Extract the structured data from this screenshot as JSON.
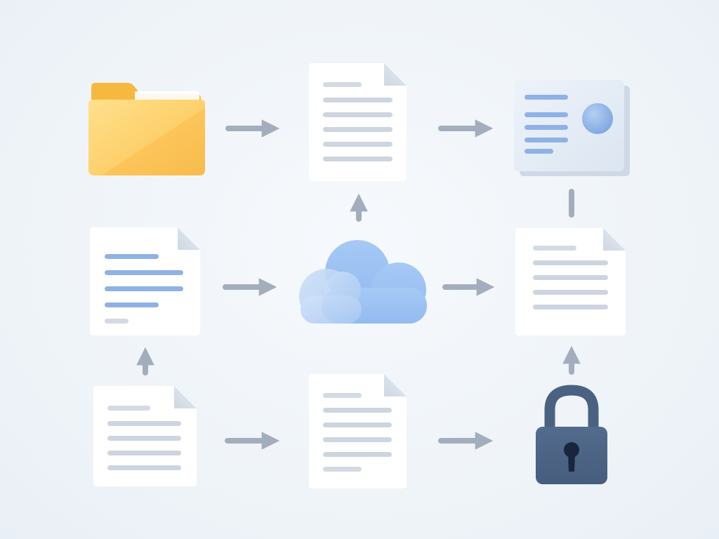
{
  "diagram": {
    "nodes": [
      {
        "id": "folder",
        "icon": "folder-icon",
        "color": "#fbc95a"
      },
      {
        "id": "document-top",
        "icon": "document-icon",
        "color": "#ffffff"
      },
      {
        "id": "id-card",
        "icon": "id-card-icon",
        "color": "#e1e9f4"
      },
      {
        "id": "document-blue-lines",
        "icon": "document-icon",
        "color": "#8fb2e6"
      },
      {
        "id": "cloud",
        "icon": "cloud-icon",
        "color": "#99c0f3"
      },
      {
        "id": "document-right",
        "icon": "document-icon",
        "color": "#ffffff"
      },
      {
        "id": "document-bottom-left",
        "icon": "document-icon",
        "color": "#ffffff"
      },
      {
        "id": "document-bottom-middle",
        "icon": "document-icon",
        "color": "#ffffff"
      },
      {
        "id": "lock",
        "icon": "lock-icon",
        "color": "#4a6282"
      }
    ],
    "edges": [
      {
        "from": "folder",
        "to": "document-top"
      },
      {
        "from": "document-top",
        "to": "id-card"
      },
      {
        "from": "cloud",
        "to": "document-top"
      },
      {
        "from": "document-blue-lines",
        "to": "cloud"
      },
      {
        "from": "cloud",
        "to": "document-right"
      },
      {
        "from": "document-right",
        "to": "id-card"
      },
      {
        "from": "document-bottom-left",
        "to": "document-blue-lines"
      },
      {
        "from": "document-bottom-left",
        "to": "document-bottom-middle"
      },
      {
        "from": "document-bottom-middle",
        "to": "lock"
      },
      {
        "from": "lock",
        "to": "document-right"
      }
    ],
    "colors": {
      "background": "#eef3f8",
      "arrow": "#a3aebd",
      "text_line": "#cdd5df",
      "accent_line": "#8fb2e6",
      "folder": "#fbc95a",
      "cloud": "#99c0f3",
      "lock": "#4a6282"
    }
  }
}
